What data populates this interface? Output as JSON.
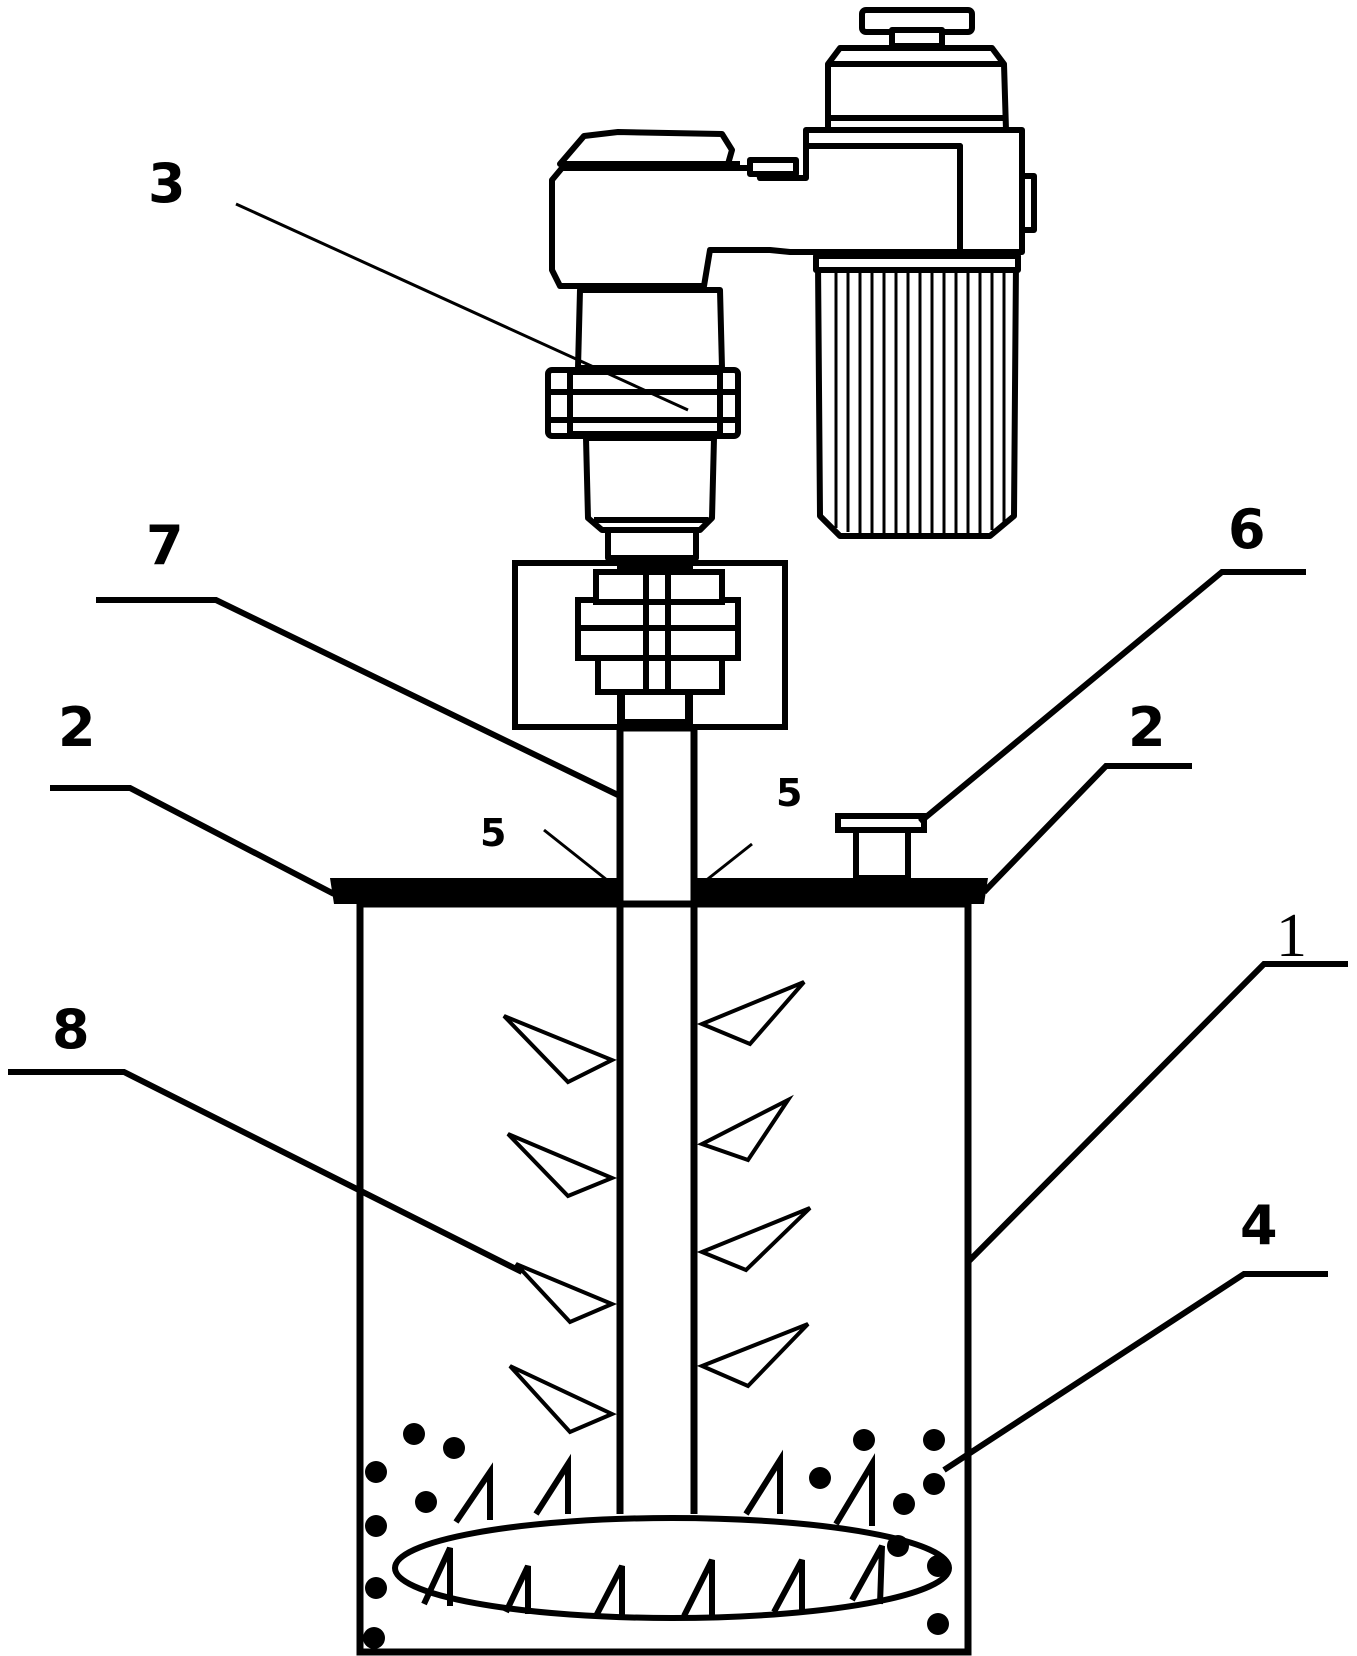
{
  "labels": {
    "vessel": "1",
    "flange_left": "2",
    "flange_right": "2",
    "motor_reducer": "3",
    "grinding_media": "4",
    "seal_left": "5",
    "seal_right": "5",
    "feed_port": "6",
    "stirring_shaft": "7",
    "stirring_blades": "8"
  },
  "colors": {
    "line": "#000000",
    "background": "#ffffff"
  }
}
